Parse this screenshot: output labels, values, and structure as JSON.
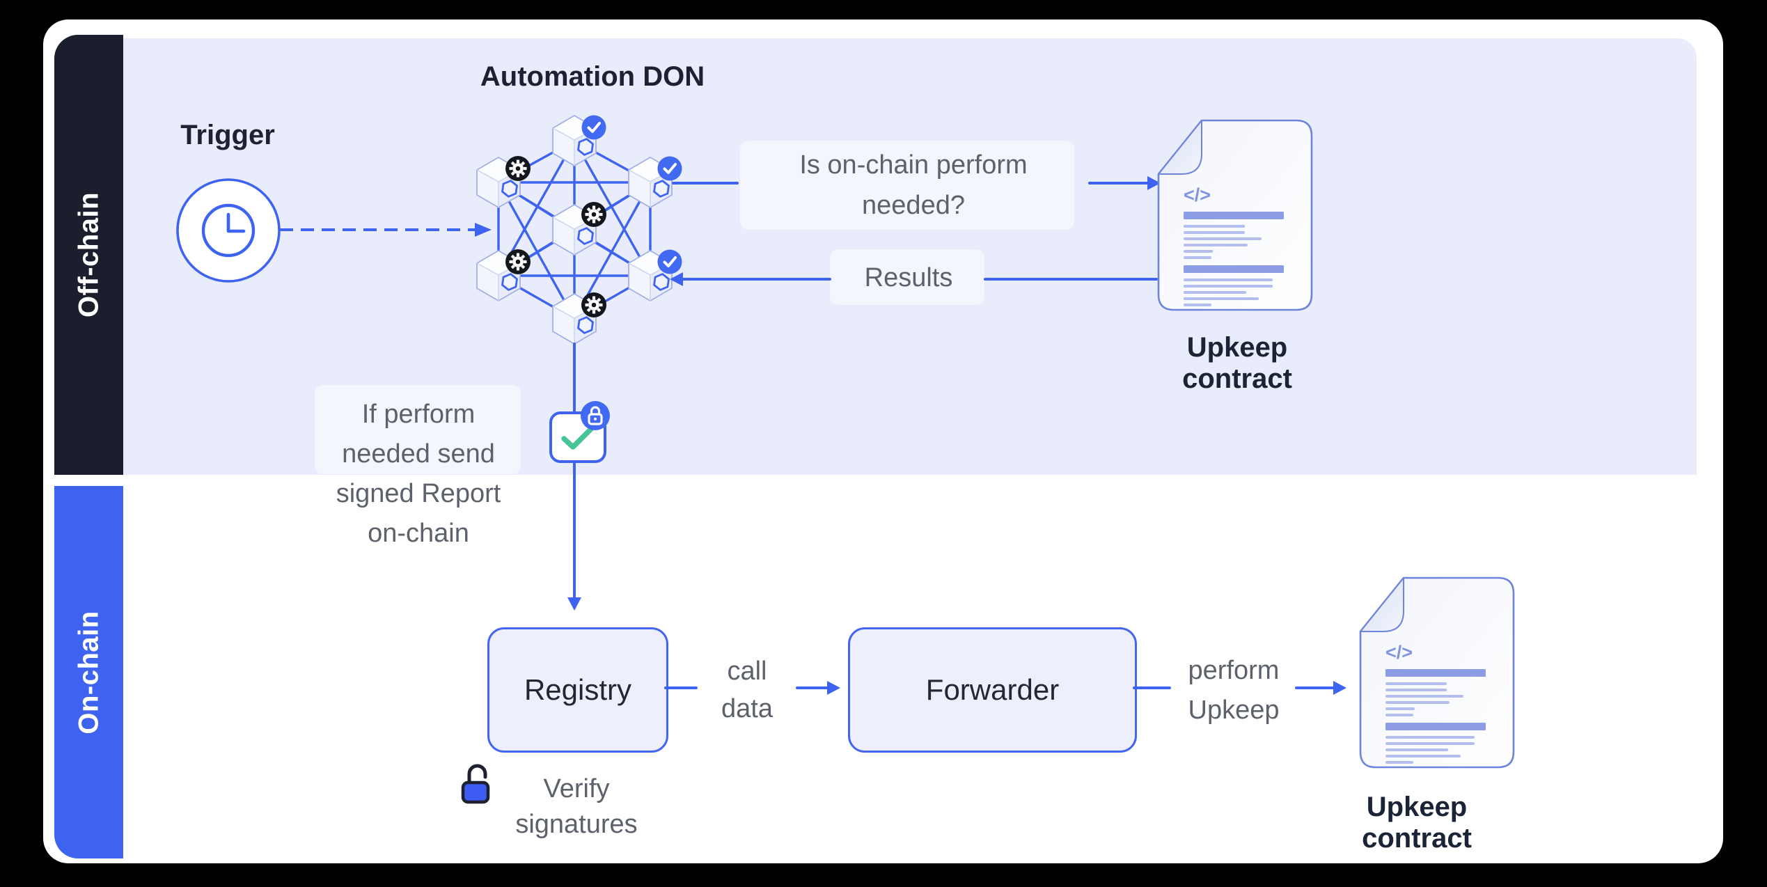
{
  "sidebar": {
    "off_label": "Off-chain",
    "on_label": "On-chain"
  },
  "don": {
    "title": "Automation DON"
  },
  "trigger": {
    "label": "Trigger"
  },
  "labels": {
    "is_onchain": "Is on-chain perform\nneeded?",
    "results": "Results",
    "if_perform": "If perform\nneeded send\nsigned Report\non-chain",
    "call_data": "call\ndata",
    "perform_upkeep": "perform\nUpkeep",
    "verify_signatures": "Verify\nsignatures"
  },
  "nodes": {
    "registry": "Registry",
    "forwarder": "Forwarder"
  },
  "contracts": {
    "top_label": "Upkeep contract",
    "bottom_label": "Upkeep contract"
  },
  "icons": {
    "code_glyph": "</>"
  },
  "colors": {
    "accent_blue": "#3d63f0",
    "badge_blue": "#4169f1",
    "sidebar_dark": "#1b1e2c",
    "sidebar_blue": "#3d63f0",
    "offchain_panel": "#e9edfb",
    "box_fill": "#edf0fc",
    "box_border": "#4365f2",
    "check_green": "#44c593",
    "gear_black": "#14161d",
    "gray_text": "#5d616b",
    "title_text": "#1e2230"
  }
}
